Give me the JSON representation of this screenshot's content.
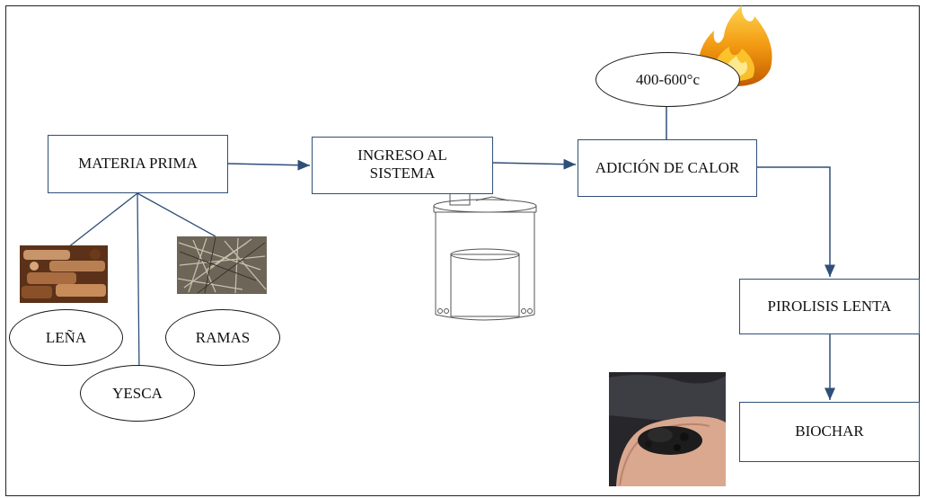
{
  "boxes": {
    "materia_prima": "MATERIA PRIMA",
    "ingreso": "INGRESO AL SISTEMA",
    "adicion": "ADICIÓN DE CALOR",
    "pirolisis": "PIROLISIS LENTA",
    "biochar": "BIOCHAR"
  },
  "ovals": {
    "temperatura": "400-600°c",
    "lena": "LEÑA",
    "yesca": "YESCA",
    "ramas": "RAMAS"
  },
  "images": [
    "firewood-photo",
    "branches-photo",
    "pyrolysis-reactor-drawing",
    "fire-flame-image",
    "biochar-in-hand-photo"
  ],
  "colors": {
    "box_border": "#2f4f78",
    "line": "#2f4f78",
    "oval_border": "#1a1a1a"
  }
}
